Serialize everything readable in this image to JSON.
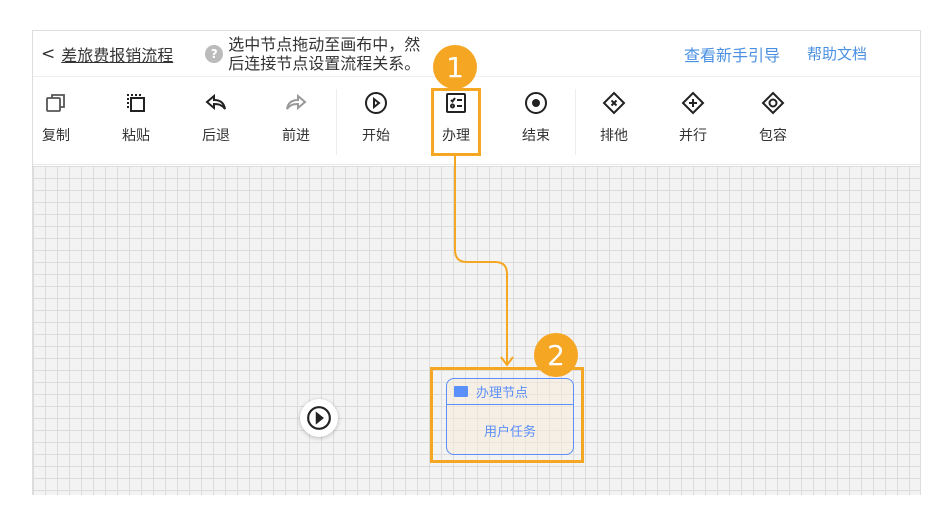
{
  "header": {
    "back": "<",
    "title": "差旅费报销流程",
    "tip": "选中节点拖动至画布中，然后连接节点设置流程关系。",
    "guide_link": "查看新手引导",
    "help_link": "帮助文档"
  },
  "toolbar": [
    {
      "id": "copy",
      "label": "复制",
      "icon": "copy-icon"
    },
    {
      "id": "paste",
      "label": "粘贴",
      "icon": "paste-icon"
    },
    {
      "id": "undo",
      "label": "后退",
      "icon": "undo-icon"
    },
    {
      "id": "redo",
      "label": "前进",
      "icon": "redo-icon",
      "disabled": true
    },
    {
      "id": "start",
      "label": "开始",
      "icon": "play-circle-icon"
    },
    {
      "id": "task",
      "label": "办理",
      "icon": "checklist-icon"
    },
    {
      "id": "end",
      "label": "结束",
      "icon": "stop-circle-icon"
    },
    {
      "id": "exclusive",
      "label": "排他",
      "icon": "gateway-x-icon"
    },
    {
      "id": "parallel",
      "label": "并行",
      "icon": "gateway-plus-icon"
    },
    {
      "id": "inclusive",
      "label": "包容",
      "icon": "gateway-o-icon"
    }
  ],
  "badges": [
    "1",
    "2"
  ],
  "node": {
    "title": "办理节点",
    "body": "用户任务"
  },
  "colors": {
    "accent": "#f5a623",
    "link": "#4a90e2",
    "node": "#5b8ff9"
  }
}
